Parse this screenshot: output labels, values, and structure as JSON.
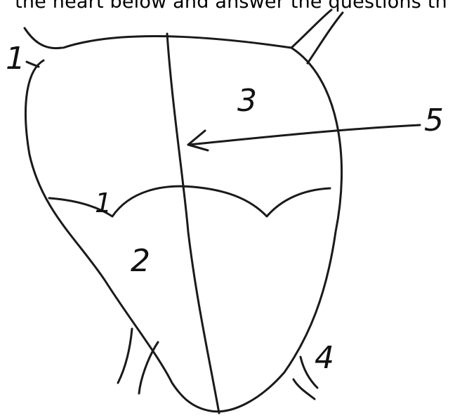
{
  "instruction_text": "the heart below and answer the questions th",
  "labels": {
    "l1": "1",
    "l2": "2",
    "l3": "3",
    "l4": "4",
    "l5": "5"
  }
}
